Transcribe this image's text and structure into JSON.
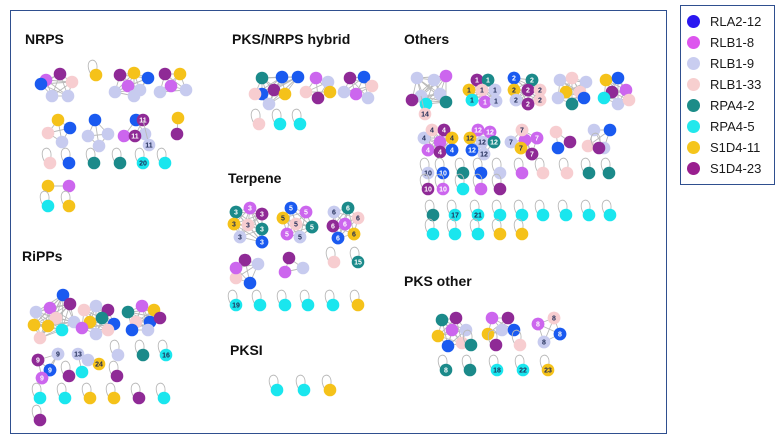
{
  "legend": [
    {
      "label": "RLA2-12",
      "color": "#2a17f0"
    },
    {
      "label": "RLB1-8",
      "color": "#dd55ee"
    },
    {
      "label": "RLB1-9",
      "color": "#c9cdf0"
    },
    {
      "label": "RLB1-33",
      "color": "#f7cfcf"
    },
    {
      "label": "RPA4-2",
      "color": "#1c8c88"
    },
    {
      "label": "RPA4-5",
      "color": "#22e8ec"
    },
    {
      "label": "S1D4-11",
      "color": "#f5c51c"
    },
    {
      "label": "S1D4-23",
      "color": "#991e8f"
    }
  ],
  "colors": {
    "b": "#1a5af0",
    "m": "#cc66ee",
    "l": "#c7cbef",
    "p": "#f7cdd0",
    "t": "#1b8a8a",
    "c": "#1ae6ee",
    "y": "#f5c21a",
    "u": "#8f2a96"
  },
  "sections": {
    "nrps": "NRPS",
    "pks_nrps": "PKS/NRPS hybrid",
    "others": "Others",
    "ripps": "RiPPs",
    "terpene": "Terpene",
    "pksi": "PKSI",
    "pks_other": "PKS other"
  },
  "node_labels": [
    "1",
    "2",
    "3",
    "4",
    "5",
    "6",
    "7",
    "8",
    "9",
    "10",
    "11",
    "12",
    "13",
    "14",
    "15",
    "16",
    "17",
    "18",
    "19",
    "20",
    "21",
    "22",
    "23",
    "24"
  ]
}
